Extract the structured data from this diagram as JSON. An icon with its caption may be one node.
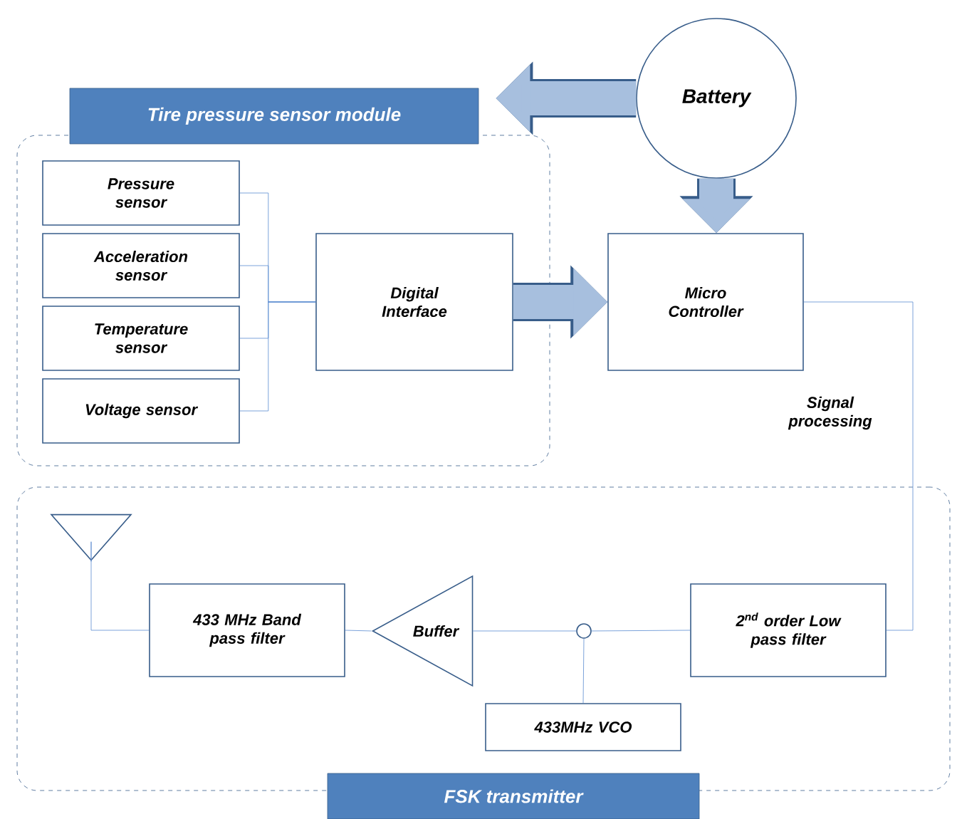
{
  "diagram": {
    "nodes": [
      {
        "text": [
          "Tire pressure sensor module"
        ]
      },
      {
        "text": [
          "Pressure sensor"
        ],
        "in": 0
      },
      {
        "text": [
          "Acceleration sensor"
        ],
        "in": 0
      },
      {
        "text": [
          "Temperature sensor"
        ],
        "in": 0
      },
      {
        "text": [
          "Voltage sensor"
        ],
        "in": 0
      },
      {
        "text": [
          "Digital Interface"
        ],
        "in": 0
      },
      {
        "text": [
          "Battery"
        ]
      },
      {
        "text": [
          "Micro Controller"
        ]
      },
      {
        "text": [
          "FSK transmitter"
        ]
      },
      {
        "text": [],
        "shape": "triangle",
        "in": 8
      },
      {
        "text": [
          "433 MHz Band pass filter"
        ],
        "in": 8
      },
      {
        "text": [
          "Buffer"
        ],
        "in": 8
      },
      {
        "text": [],
        "shape": "circle",
        "in": 8
      },
      {
        "text": [
          "2$^{nd}$ order Low pass filter"
        ],
        "in": 8
      },
      {
        "text": [
          "433MHz VCO"
        ],
        "in": 8
      }
    ],
    "edges": [
      {
        "from": 1,
        "to": 5,
        "arrow": "none"
      },
      {
        "from": 2,
        "to": 5,
        "arrow": "none"
      },
      {
        "from": 3,
        "to": 5,
        "arrow": "none"
      },
      {
        "from": 4,
        "to": 5,
        "arrow": "none"
      },
      {
        "from": 5,
        "to": 7,
        "arrow": "to",
        "style": "thick"
      },
      {
        "from": 6,
        "to": 0,
        "arrow": "to",
        "style": "thick"
      },
      {
        "from": 6,
        "to": 7,
        "arrow": "to",
        "style": "thick"
      },
      {
        "from": 7,
        "to": 13,
        "arrow": "none",
        "label": "Signal processing"
      },
      {
        "from": 13,
        "to": 12,
        "arrow": "none"
      },
      {
        "from": 12,
        "to": 11,
        "arrow": "none"
      },
      {
        "from": 14,
        "to": 12,
        "arrow": "none"
      },
      {
        "from": 11,
        "to": 10,
        "arrow": "none"
      },
      {
        "from": 10,
        "to": 9,
        "arrow": "none"
      }
    ]
  }
}
